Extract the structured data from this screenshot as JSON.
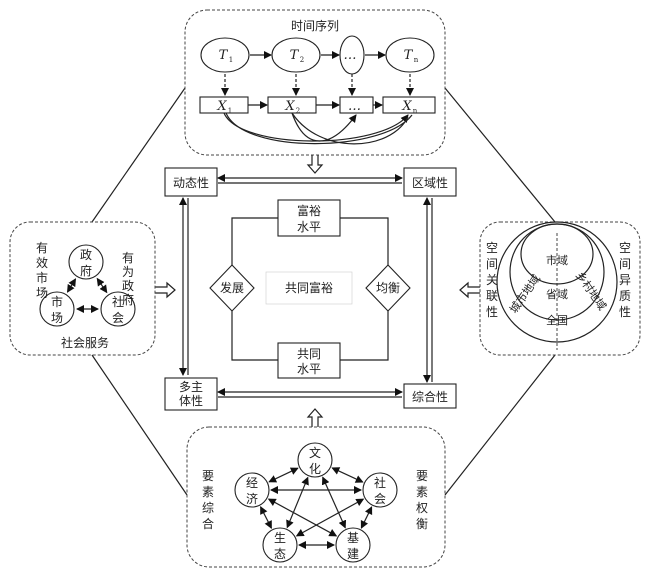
{
  "top": {
    "title": "时间序列",
    "t_nodes": [
      "T",
      "T",
      "…",
      "T"
    ],
    "t_subs": [
      "1",
      "2",
      "",
      "n"
    ],
    "x_nodes": [
      "X",
      "X",
      "…",
      "X"
    ],
    "x_subs": [
      "1",
      "2",
      "",
      "n"
    ]
  },
  "corners": {
    "dynamic": "动态性",
    "regional": "区域性",
    "multi_subject_1": "多主",
    "multi_subject_2": "体性",
    "comprehensive": "综合性"
  },
  "center": {
    "wealth_1": "富裕",
    "wealth_2": "水平",
    "common_1": "共同",
    "common_2": "水平",
    "development": "发展",
    "balance": "均衡",
    "core": "共同富裕"
  },
  "left": {
    "nodes": [
      [
        "政",
        "府"
      ],
      [
        "市",
        "场"
      ],
      [
        "社",
        "会"
      ]
    ],
    "effective_market": [
      "有",
      "效",
      "市",
      "场"
    ],
    "capable_gov": [
      "有",
      "为",
      "政",
      "府"
    ],
    "caption": "社会服务"
  },
  "right": {
    "left_label": [
      "空",
      "间",
      "关",
      "联",
      "性"
    ],
    "right_label": [
      "空",
      "间",
      "异",
      "质",
      "性"
    ],
    "city": "市域",
    "province": "省域",
    "nation": "全国",
    "urban": "城市地域",
    "rural": "乡村地域"
  },
  "bottom": {
    "nodes": [
      [
        "文",
        "化"
      ],
      [
        "经",
        "济"
      ],
      [
        "社",
        "会"
      ],
      [
        "生",
        "态"
      ],
      [
        "基",
        "建"
      ]
    ],
    "left_label": [
      "要",
      "素",
      "综",
      "合"
    ],
    "right_label": [
      "要",
      "素",
      "权",
      "衡"
    ]
  }
}
